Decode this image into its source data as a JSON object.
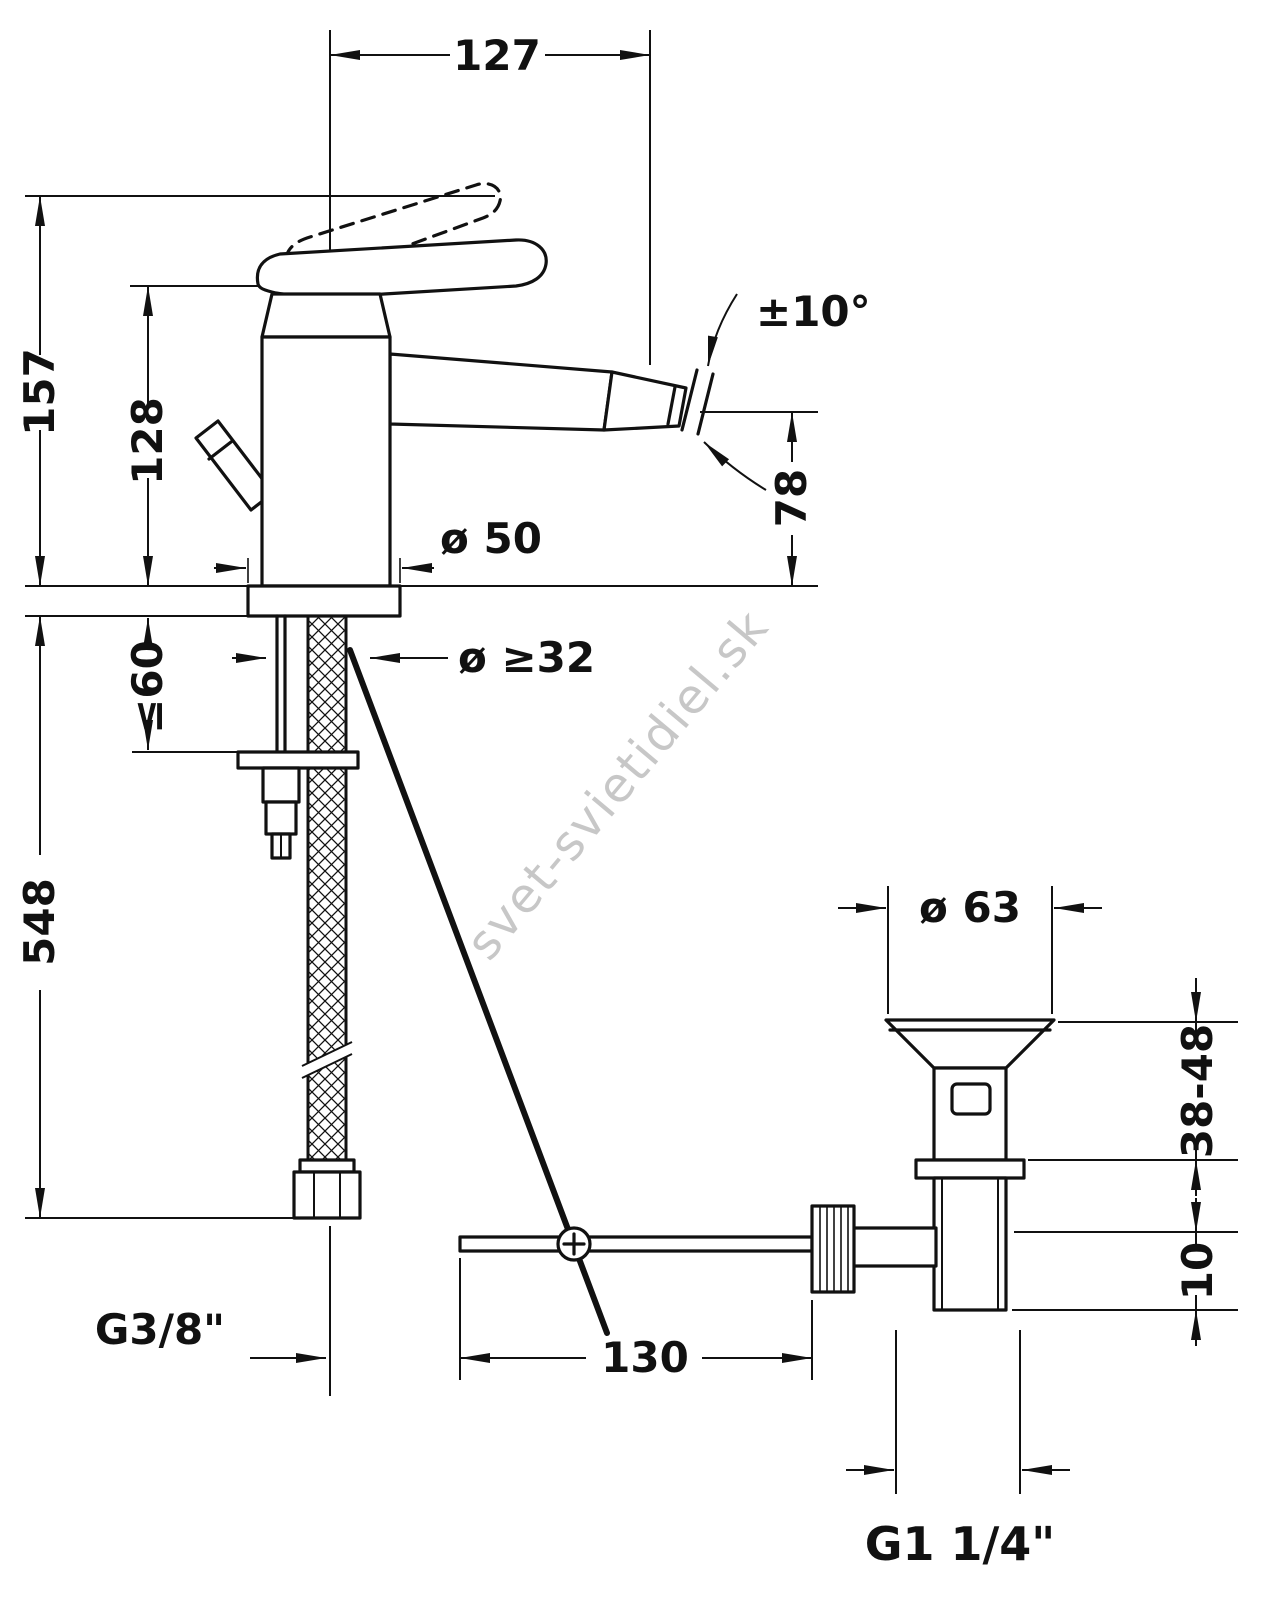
{
  "watermark": "svet-svietidiel.sk",
  "colors": {
    "line": "#111111",
    "watermark": "#c2c2c2"
  },
  "dimensions": {
    "width_top": "127",
    "height_upper": "157",
    "height_body": "128",
    "angle": "±10°",
    "spout_height": "78",
    "base_diameter": "ø 50",
    "hole_diameter": "ø ≥32",
    "deck_thickness": "≤60",
    "total_height": "548",
    "drain_diameter": "ø 63",
    "drain_deck_range": "38-48",
    "drain_offset": "10",
    "rod_length": "130",
    "supply_thread": "G3/8\"",
    "drain_thread": "G1 1/4\""
  }
}
